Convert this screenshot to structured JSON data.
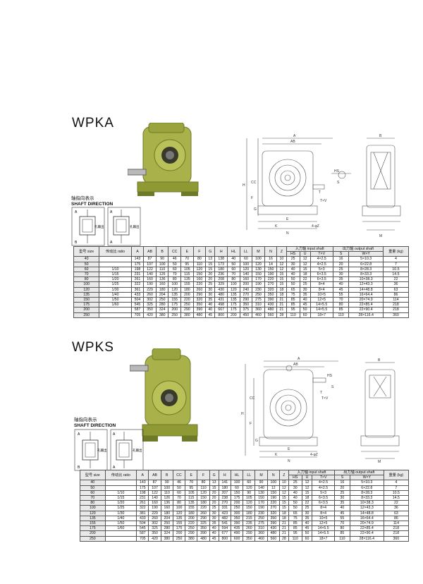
{
  "sections": [
    {
      "id": "wpka",
      "title": "WPKA",
      "shaft_cn": "轴指向表示",
      "shaft_en": "SHAFT DIRECTION",
      "mini_labels": [
        "A",
        "B",
        "孔输出",
        "A",
        "孔输出",
        "A"
      ],
      "dim_labels": [
        "A",
        "AB",
        "H",
        "HS",
        "S",
        "CC",
        "F",
        "G",
        "E",
        "T",
        "T×V",
        "K",
        "N",
        "4-φZ",
        "B",
        "M"
      ],
      "header_top": [
        "型号 size",
        "传动比 ratio",
        "A",
        "AB",
        "B",
        "CC",
        "E",
        "F",
        "G",
        "H",
        "HL",
        "LL",
        "M",
        "N",
        "Z",
        "入力轴 input shaft",
        "",
        "",
        "出力轴 output shaft",
        "",
        "重量 (kg)"
      ],
      "header_sub": [
        "HS",
        "U",
        "T×V",
        "S",
        "W×Y"
      ],
      "rows": [
        [
          "40",
          "",
          "143",
          "87",
          "90",
          "46",
          "70",
          "80",
          "13",
          "138",
          "40",
          "60",
          "100",
          "16",
          "10",
          "25",
          "12",
          "4×2.5",
          "16",
          "5×10.3",
          "4"
        ],
        [
          "50",
          "",
          "175",
          "107",
          "100",
          "50",
          "95",
          "110",
          "15",
          "173",
          "50",
          "100",
          "120",
          "14",
          "12",
          "30",
          "12",
          "4×2.5",
          "20",
          "6×22.8",
          "7"
        ],
        [
          "60",
          "1/10",
          "198",
          "122",
          "110",
          "60",
          "105",
          "120",
          "15",
          "180",
          "60",
          "120",
          "130",
          "150",
          "12",
          "40",
          "15",
          "5×3",
          "25",
          "8×28.3",
          "10.5"
        ],
        [
          "70",
          "1/15",
          "231",
          "140",
          "126",
          "70",
          "115",
          "150",
          "20",
          "236",
          "70",
          "140",
          "150",
          "190",
          "15",
          "40",
          "18",
          "6×3.5",
          "30",
          "8×33.3",
          "14.5"
        ],
        [
          "80",
          "1/20",
          "261",
          "160",
          "136",
          "80",
          "135",
          "160",
          "20",
          "208",
          "80",
          "160",
          "170",
          "220",
          "15",
          "50",
          "22",
          "6×3.5",
          "35",
          "10×38.3",
          "22"
        ],
        [
          "100",
          "1/25",
          "322",
          "190",
          "160",
          "100",
          "155",
          "220",
          "25",
          "329",
          "100",
          "200",
          "190",
          "270",
          "15",
          "50",
          "25",
          "8×4",
          "40",
          "12×43.3",
          "36"
        ],
        [
          "120",
          "1/30",
          "361",
          "229",
          "180",
          "120",
          "180",
          "260",
          "30",
          "430",
          "120",
          "240",
          "230",
          "320",
          "18",
          "65",
          "30",
          "8×4",
          "45",
          "14×48.8",
          "63"
        ],
        [
          "135",
          "1/40",
          "433",
          "260",
          "204",
          "135",
          "200",
          "290",
          "30",
          "480",
          "135",
          "270",
          "250",
          "350",
          "18",
          "75",
          "35",
          "10×5",
          "55",
          "16×64.4",
          "86"
        ],
        [
          "150",
          "1/50",
          "504",
          "302",
          "250",
          "155",
          "220",
          "320",
          "35",
          "431",
          "135",
          "290",
          "275",
          "390",
          "21",
          "85",
          "40",
          "12×5",
          "70",
          "20×74.9",
          "114"
        ],
        [
          "175",
          "1/60",
          "545",
          "325",
          "280",
          "175",
          "250",
          "350",
          "40",
          "498",
          "175",
          "350",
          "310",
          "430",
          "21",
          "85",
          "45",
          "14×5.5",
          "80",
          "22×85.4",
          "218"
        ],
        [
          "200",
          "",
          "587",
          "350",
          "324",
          "200",
          "290",
          "390",
          "40",
          "667",
          "175",
          "375",
          "360",
          "480",
          "21",
          "95",
          "50",
          "14×5.5",
          "85",
          "22×90.4",
          "218"
        ],
        [
          "250",
          "",
          "705",
          "420",
          "380",
          "250",
          "380",
          "480",
          "45",
          "800",
          "200",
          "450",
          "460",
          "560",
          "28",
          "110",
          "60",
          "18×7",
          "110",
          "28×116.4",
          "360"
        ]
      ]
    },
    {
      "id": "wpks",
      "title": "WPKS",
      "shaft_cn": "轴指向表示",
      "shaft_en": "SHAFT DIRECTION",
      "mini_labels": [
        "A",
        "B",
        "孔输出",
        "A",
        "孔输出",
        "A"
      ],
      "dim_labels": [
        "A",
        "AB",
        "H",
        "HS",
        "S",
        "CC",
        "F",
        "G",
        "E",
        "T",
        "T×V",
        "K",
        "N",
        "4-φZ",
        "B",
        "M"
      ],
      "header_top": [
        "型号 size",
        "传动比 ratio",
        "A",
        "AB",
        "B",
        "CC",
        "E",
        "F",
        "G",
        "H",
        "HL",
        "LL",
        "M",
        "N",
        "Z",
        "入力轴 input shaft",
        "",
        "",
        "出力轴 output shaft",
        "",
        "重量 (kg)"
      ],
      "header_sub": [
        "HS",
        "U",
        "T×V",
        "S",
        "W×Y"
      ],
      "rows": [
        [
          "40",
          "",
          "143",
          "87",
          "90",
          "46",
          "70",
          "80",
          "13",
          "141",
          "100",
          "60",
          "90",
          "100",
          "10",
          "25",
          "12",
          "4×2.5",
          "16",
          "5×10.3",
          "4"
        ],
        [
          "50",
          "",
          "175",
          "107",
          "100",
          "50",
          "95",
          "110",
          "15",
          "180",
          "60",
          "120",
          "140",
          "12",
          "12",
          "30",
          "12",
          "4×2.5",
          "20",
          "6×22.8",
          "7"
        ],
        [
          "60",
          "1/10",
          "198",
          "122",
          "110",
          "60",
          "105",
          "120",
          "20",
          "207",
          "150",
          "90",
          "130",
          "150",
          "12",
          "40",
          "15",
          "5×3",
          "25",
          "8×28.3",
          "10.5"
        ],
        [
          "70",
          "1/15",
          "231",
          "140",
          "126",
          "70",
          "115",
          "150",
          "20",
          "238",
          "175",
          "105",
          "150",
          "190",
          "15",
          "40",
          "18",
          "6×3.5",
          "30",
          "8×33.3",
          "14.5"
        ],
        [
          "80",
          "1/20",
          "261",
          "160",
          "136",
          "80",
          "135",
          "180",
          "20",
          "270",
          "200",
          "120",
          "170",
          "220",
          "15",
          "50",
          "22",
          "6×3.5",
          "35",
          "10×38.3",
          "22"
        ],
        [
          "100",
          "1/25",
          "322",
          "190",
          "160",
          "100",
          "155",
          "220",
          "25",
          "331",
          "250",
          "150",
          "190",
          "270",
          "15",
          "50",
          "25",
          "8×4",
          "40",
          "12×43.3",
          "36"
        ],
        [
          "120",
          "1/30",
          "381",
          "229",
          "180",
          "120",
          "180",
          "260",
          "30",
          "423",
          "300",
          "180",
          "230",
          "320",
          "18",
          "65",
          "30",
          "8×4",
          "45",
          "14×48.8",
          "63"
        ],
        [
          "135",
          "1/40",
          "433",
          "260",
          "204",
          "135",
          "200",
          "290",
          "30",
          "482",
          "350",
          "215",
          "250",
          "350",
          "18",
          "75",
          "35",
          "10×5",
          "55",
          "16×64.4",
          "86"
        ],
        [
          "155",
          "1/50",
          "504",
          "302",
          "250",
          "155",
          "220",
          "325",
          "35",
          "541",
          "390",
          "235",
          "275",
          "390",
          "21",
          "85",
          "40",
          "12×5",
          "70",
          "20×74.9",
          "114"
        ],
        [
          "175",
          "1/60",
          "545",
          "325",
          "280",
          "175",
          "250",
          "350",
          "40",
          "594",
          "435",
          "260",
          "310",
          "430",
          "21",
          "85",
          "45",
          "14×5.5",
          "80",
          "22×85.4",
          "218"
        ],
        [
          "200",
          "",
          "587",
          "350",
          "324",
          "200",
          "290",
          "390",
          "40",
          "677",
          "490",
          "290",
          "360",
          "480",
          "21",
          "95",
          "50",
          "14×5.5",
          "85",
          "22×90.4",
          "218"
        ],
        [
          "250",
          "",
          "705",
          "420",
          "380",
          "250",
          "380",
          "480",
          "45",
          "800",
          "600",
          "350",
          "460",
          "560",
          "28",
          "110",
          "60",
          "18×7",
          "110",
          "28×116.4",
          "360"
        ]
      ]
    }
  ],
  "colors": {
    "housing": "#a8b14a",
    "housing_dark": "#6f7a28",
    "shaft": "#b9b9b9",
    "line": "#555555"
  }
}
